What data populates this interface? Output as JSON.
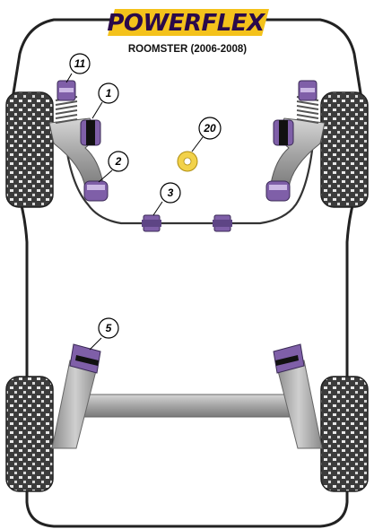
{
  "brand": {
    "name": "POWERFLEX",
    "logo_color": "#f4c21b",
    "text_color": "#2a0a4a"
  },
  "model": {
    "title": "ROOMSTER (2006-2008)"
  },
  "colors": {
    "body_outline": "#222222",
    "tyre_dark": "#3a3a3a",
    "tyre_light": "#e6e6e6",
    "bush_purple": "#7f5fa8",
    "bush_black": "#111111",
    "arm_grey": "#a9a9a9",
    "washer_yellow": "#f2d24a"
  },
  "callouts": [
    {
      "id": "11",
      "label": "11"
    },
    {
      "id": "1",
      "label": "1"
    },
    {
      "id": "2",
      "label": "2"
    },
    {
      "id": "3",
      "label": "3"
    },
    {
      "id": "20",
      "label": "20"
    },
    {
      "id": "5",
      "label": "5"
    }
  ]
}
